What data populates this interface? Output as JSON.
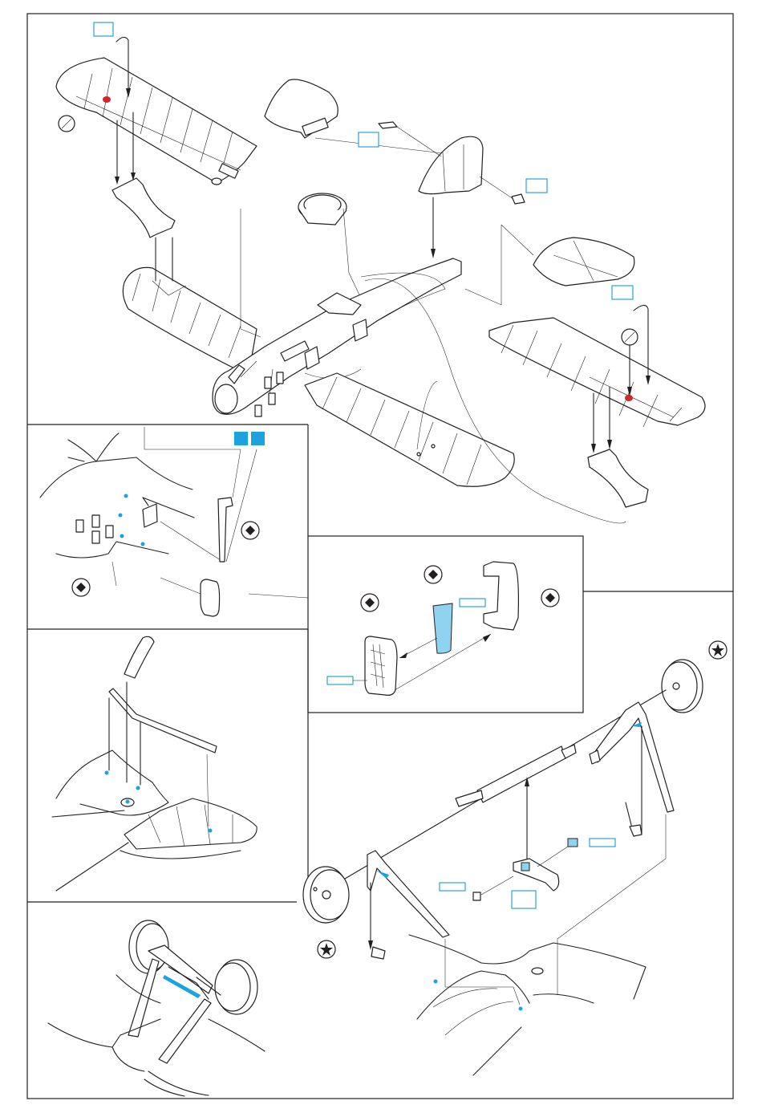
{
  "sheet": {
    "title": "",
    "panels": [
      {
        "id": "main-assembly",
        "label": ""
      },
      {
        "id": "cowl-detail",
        "label": ""
      },
      {
        "id": "tail-skid-detail",
        "label": ""
      },
      {
        "id": "landing-gear-detail",
        "label": ""
      },
      {
        "id": "gear-final-view",
        "label": ""
      },
      {
        "id": "radiator-inset",
        "label": ""
      }
    ]
  },
  "colors": {
    "line": "#231f20",
    "photo_etch_callout": "#1a9ad6",
    "photo_etch_fill": "#8fd3f0",
    "marker_red": "#d3252a",
    "marker_blue": "#1aa3de"
  },
  "callouts": [
    {
      "id": "c1",
      "text": ""
    },
    {
      "id": "c2",
      "text": ""
    },
    {
      "id": "c3",
      "text": ""
    },
    {
      "id": "c4",
      "text": ""
    },
    {
      "id": "c5",
      "text": ""
    },
    {
      "id": "c6",
      "text": ""
    },
    {
      "id": "c7",
      "text": ""
    },
    {
      "id": "c8",
      "text": ""
    },
    {
      "id": "c9",
      "text": ""
    }
  ],
  "symbols": {
    "view_arrow_icon": "view-direction-icon",
    "star_icon": "star-icon",
    "remove_detail_icon": "remove-detail-icon"
  }
}
